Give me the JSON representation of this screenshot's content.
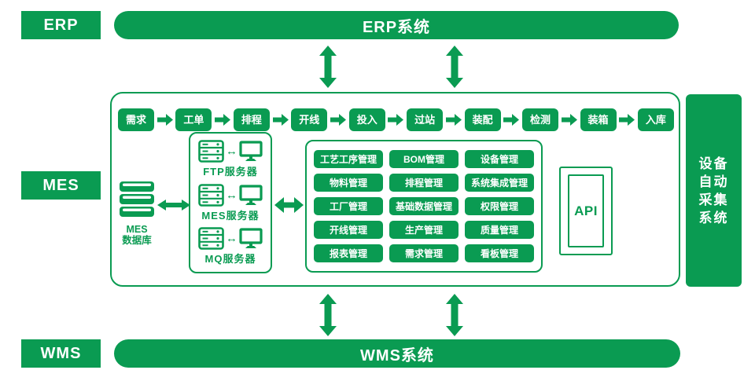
{
  "colors": {
    "green": "#0a9b52",
    "white": "#ffffff"
  },
  "side_labels": {
    "erp": "ERP",
    "mes": "MES",
    "wms": "WMS"
  },
  "erp_bar": {
    "title": "ERP系统"
  },
  "wms_bar": {
    "title": "WMS系统"
  },
  "device_bar": {
    "lines": [
      "设备",
      "自动",
      "采集",
      "系统"
    ]
  },
  "flow": {
    "steps": [
      "需求",
      "工单",
      "排程",
      "开线",
      "投入",
      "过站",
      "装配",
      "检测",
      "装箱",
      "入库"
    ]
  },
  "database": {
    "line1": "MES",
    "line2": "数据库"
  },
  "servers": {
    "link_symbol": "↔",
    "items": [
      "FTP服务器",
      "MES服务器",
      "MQ服务器"
    ]
  },
  "modules": {
    "items": [
      "工艺工序管理",
      "BOM管理",
      "设备管理",
      "物料管理",
      "排程管理",
      "系统集成管理",
      "工厂管理",
      "基础数据管理",
      "权限管理",
      "开线管理",
      "生产管理",
      "质量管理",
      "报表管理",
      "需求管理",
      "看板管理"
    ]
  },
  "api": {
    "label": "API"
  }
}
